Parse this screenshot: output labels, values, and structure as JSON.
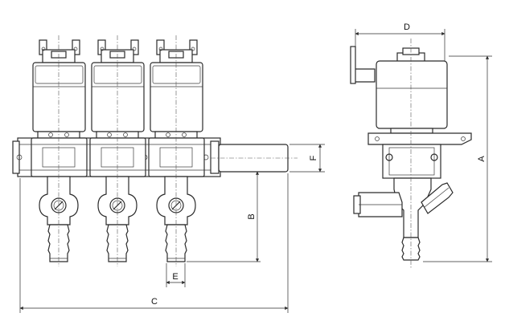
{
  "dimension_labels": {
    "a": "A",
    "b": "B",
    "c": "C",
    "d": "D",
    "e": "E",
    "f": "F"
  },
  "colors": {
    "line": "#2b2b2b",
    "background": "#ffffff"
  }
}
